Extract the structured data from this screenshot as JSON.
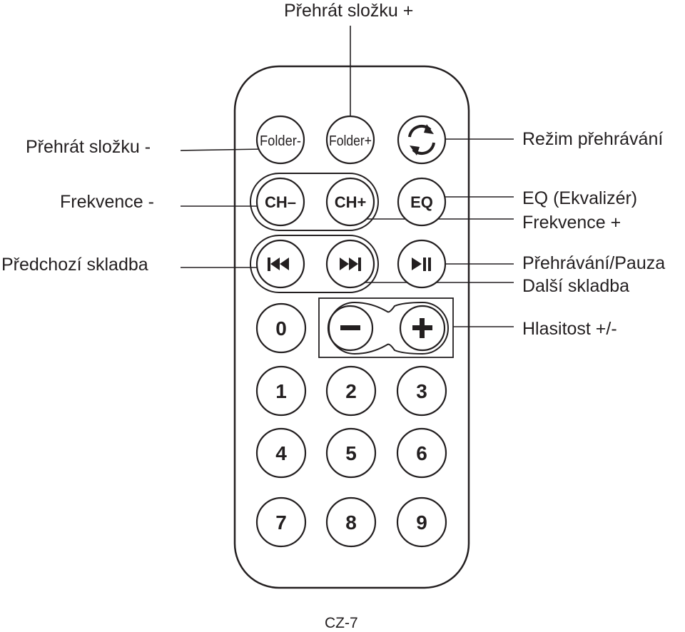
{
  "callouts": {
    "folder_plus": "Přehrát složku +",
    "folder_minus": "Přehrát složku -",
    "ch_minus": "Frekvence -",
    "prev": "Předchozí skladba",
    "mode": "Režim přehrávání",
    "eq": "EQ (Ekvalizér)",
    "ch_plus": "Frekvence +",
    "play_pause": "Přehrávání/Pauza",
    "next": "Další skladba",
    "volume": "Hlasitost +/-"
  },
  "buttons": {
    "folder_minus": "Folder-",
    "folder_plus": "Folder+",
    "ch_minus": "CH–",
    "ch_plus": "CH+",
    "eq": "EQ",
    "zero": "0",
    "one": "1",
    "two": "2",
    "three": "3",
    "four": "4",
    "five": "5",
    "six": "6",
    "seven": "7",
    "eight": "8",
    "nine": "9"
  },
  "icons": {
    "mode": "repeat-icon",
    "prev": "previous-track-icon",
    "next": "next-track-icon",
    "play_pause": "play-pause-icon",
    "vol_minus": "minus-icon",
    "vol_plus": "plus-icon"
  },
  "footer": {
    "page": "CZ-7"
  }
}
